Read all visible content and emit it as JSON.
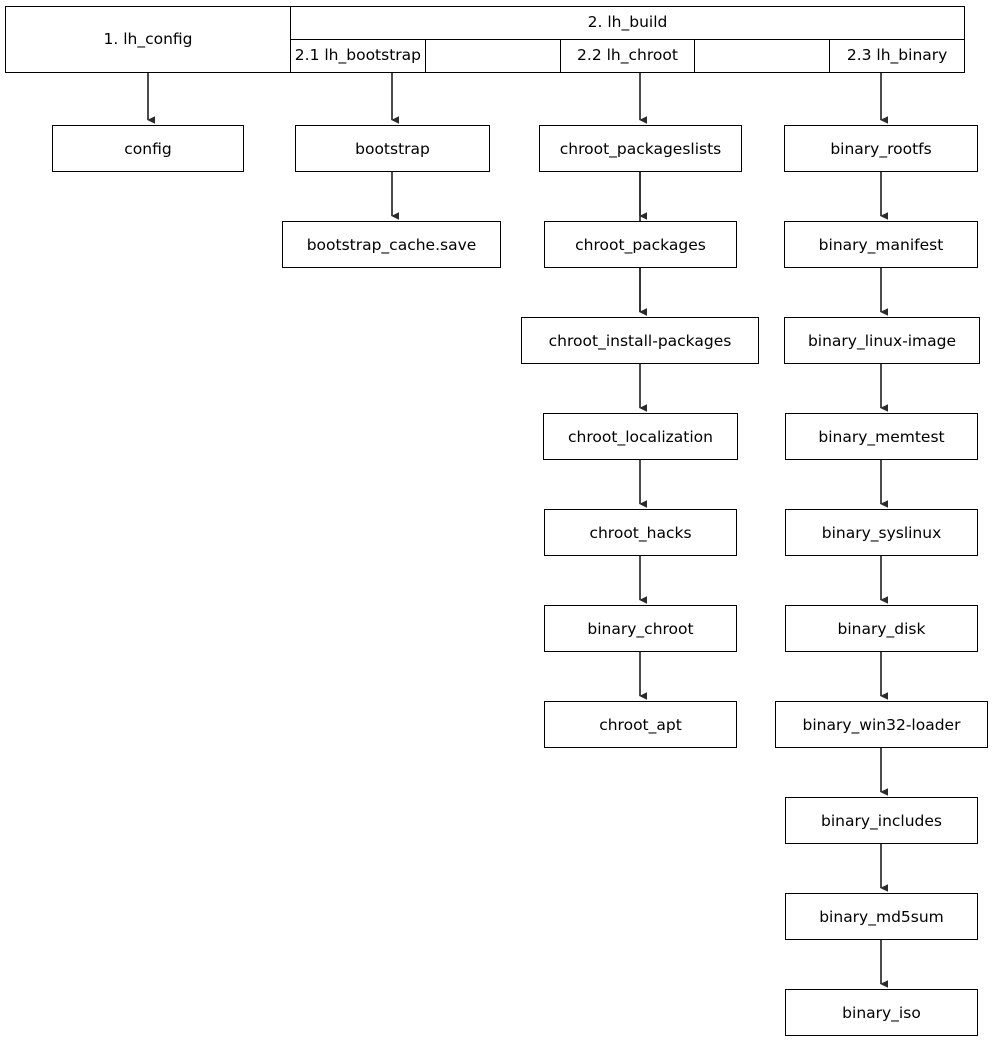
{
  "diagram": {
    "title": "live-helper build stages flowchart",
    "header": {
      "row1": [
        {
          "label": "1. lh_config",
          "rowspan": 2
        },
        {
          "label": "2. lh_build",
          "colspan": 5
        }
      ],
      "row2": [
        {
          "label": "2.1 lh_bootstrap"
        },
        {
          "label": ""
        },
        {
          "label": "2.2 lh_chroot"
        },
        {
          "label": ""
        },
        {
          "label": "2.3 lh_binary"
        }
      ]
    },
    "columns": [
      {
        "id": "config",
        "header_ref": "1. lh_config",
        "nodes": [
          {
            "label": "config"
          }
        ]
      },
      {
        "id": "bootstrap",
        "header_ref": "2.1 lh_bootstrap",
        "nodes": [
          {
            "label": "bootstrap"
          },
          {
            "label": "bootstrap_cache.save"
          }
        ]
      },
      {
        "id": "chroot",
        "header_ref": "2.2 lh_chroot",
        "nodes": [
          {
            "label": "chroot_packageslists"
          },
          {
            "label": "chroot_packages"
          },
          {
            "label": "chroot_install-packages"
          },
          {
            "label": "chroot_localization"
          },
          {
            "label": "chroot_hacks"
          },
          {
            "label": "binary_chroot"
          },
          {
            "label": "chroot_apt"
          }
        ]
      },
      {
        "id": "binary",
        "header_ref": "2.3 lh_binary",
        "nodes": [
          {
            "label": "binary_rootfs"
          },
          {
            "label": "binary_manifest"
          },
          {
            "label": "binary_linux-image"
          },
          {
            "label": "binary_memtest"
          },
          {
            "label": "binary_syslinux"
          },
          {
            "label": "binary_disk"
          },
          {
            "label": "binary_win32-loader"
          },
          {
            "label": "binary_includes"
          },
          {
            "label": "binary_md5sum"
          },
          {
            "label": "binary_iso"
          }
        ]
      }
    ],
    "colors": {
      "background": "#ffffff",
      "border": "#000000",
      "text": "#000000",
      "arrow": "#2b2b2b"
    }
  }
}
